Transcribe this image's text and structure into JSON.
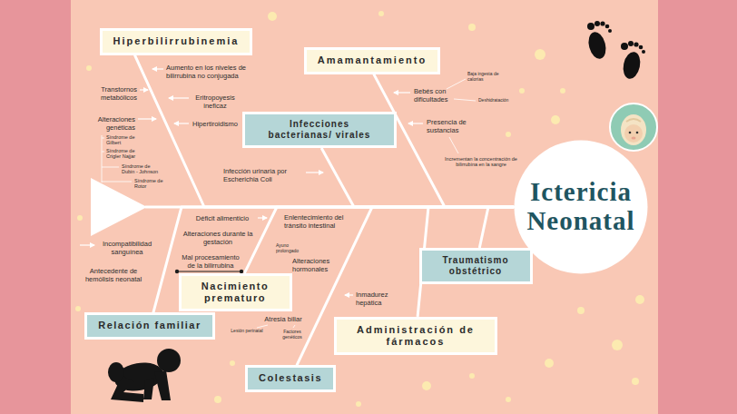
{
  "diagram": {
    "nodes": [
      {
        "text": [
          "Hiperbilirrubinemia"
        ]
      },
      {
        "text": [
          "Amamantamiento"
        ]
      },
      {
        "text": [
          "Infecciones bacterianas/ virales"
        ]
      },
      {
        "text": [
          "Ictericia Neonatal"
        ]
      },
      {
        "text": [
          "Traumatismo obstétrico"
        ]
      },
      {
        "text": [
          "Nacimiento prematuro"
        ]
      },
      {
        "text": [
          "Relación familiar"
        ]
      },
      {
        "text": [
          "Administración de fármacos"
        ]
      },
      {
        "text": [
          "Colestasis"
        ]
      }
    ],
    "edges": [
      {
        "from": 0,
        "to": 3,
        "arrow": "none"
      },
      {
        "from": 1,
        "to": 3,
        "arrow": "none"
      },
      {
        "from": 2,
        "to": 3,
        "arrow": "none"
      },
      {
        "from": 4,
        "to": 3,
        "arrow": "none"
      },
      {
        "from": 5,
        "to": 3,
        "arrow": "none"
      },
      {
        "from": 6,
        "to": 3,
        "arrow": "none"
      },
      {
        "from": 7,
        "to": 3,
        "arrow": "none"
      },
      {
        "from": 8,
        "to": 3,
        "arrow": "none"
      }
    ],
    "labels": [
      "Aumento en los niveles de bilirrubina no conjugada",
      "Transtornos metabólicos",
      "Eritropoyesis ineficaz",
      "Alteraciones genéticas",
      "Hipertiroidismo",
      "Síndrome de Gilbert",
      "Síndrome de Crigler Najjar",
      "Síndrome de Dubin - Johnson",
      "Síndrome de Rotor",
      "Infección urinaria por Escherichia Coli",
      "Baja ingesta de calorías",
      "Bebés con dificultades",
      "Deshidratación",
      "Presencia de sustancias",
      "Incrementan la concentración de bilirrubina en la sangre",
      "Déficit alimenticio",
      "Enlentecimiento del tránsito intestinal",
      "Alteraciones durante la gestación",
      "Incompatibilidad sanguínea",
      "Ayuno prolongado",
      "Mal procesamiento de la bilirrubina",
      "Alteraciones hormonales",
      "Antecedente de hemólisis neonatal",
      "Inmadurez hepática",
      "Atresia biliar",
      "Lesión perinatal",
      "Factores genéticos"
    ]
  }
}
